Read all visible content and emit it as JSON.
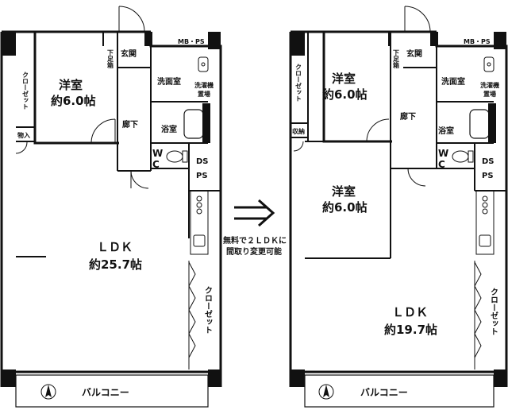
{
  "left_plan": {
    "closet_small": "クローゼット",
    "storage": "物入",
    "bedroom_title": "洋室",
    "bedroom_size": "約6.0帖",
    "shoe_box": "下足箱",
    "entrance": "玄関",
    "mbps": "MB・PS",
    "washroom": "洗面室",
    "washer_1": "洗濯機",
    "washer_2": "置場",
    "hallway": "廊下",
    "bathroom": "浴室",
    "wc_1": "W",
    "wc_2": "C",
    "ds": "DS",
    "ps": "PS",
    "ldk_title": "ＬＤＫ",
    "ldk_size": "約25.7帖",
    "closet_tall": "クローゼット",
    "balcony": "バルコニー"
  },
  "note": {
    "line1": "無料で２ＬＤＫに",
    "line2": "間取り変更可能"
  },
  "right_plan": {
    "closet_small": "クローゼット",
    "storage": "収納",
    "bedroom1_title": "洋室",
    "bedroom1_size": "約6.0帖",
    "bedroom2_title": "洋室",
    "bedroom2_size": "約6.0帖",
    "shoe_box": "下足箱",
    "entrance": "玄関",
    "mbps": "MB・PS",
    "washroom": "洗面室",
    "washer_1": "洗濯機",
    "washer_2": "置場",
    "hallway": "廊下",
    "bathroom": "浴室",
    "wc_1": "W",
    "wc_2": "C",
    "ds": "DS",
    "ps": "PS",
    "ldk_title": "ＬＤＫ",
    "ldk_size": "約19.7帖",
    "closet_tall": "クローゼット",
    "balcony": "バルコニー"
  },
  "icons": [
    "north-arrow-icon",
    "double-arrow-icon",
    "toilet-icon",
    "bathtub-icon",
    "sink-icon",
    "stove-icon",
    "door-swing-icon"
  ]
}
